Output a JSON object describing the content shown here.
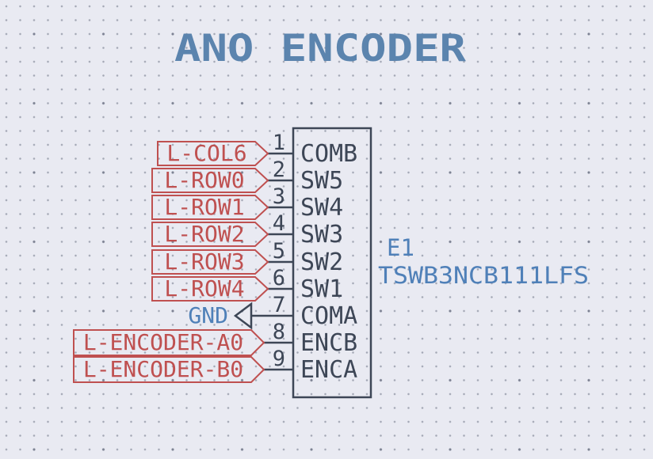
{
  "title": "ANO ENCODER",
  "colors": {
    "background": "#e9eaf2",
    "grid_dot_minor": "#a4a8b5",
    "grid_dot_major": "#7d8293",
    "symbol_outline": "#3d4656",
    "net_label": "#bf5050",
    "hier_label_text": "#4f80b8",
    "annotation_blue": "#5b84ae"
  },
  "component": {
    "reference": "E1",
    "value": "TSWB3NCB111LFS",
    "pins": [
      {
        "number": "1",
        "name": "COMB"
      },
      {
        "number": "2",
        "name": "SW5"
      },
      {
        "number": "3",
        "name": "SW4"
      },
      {
        "number": "4",
        "name": "SW3"
      },
      {
        "number": "5",
        "name": "SW2"
      },
      {
        "number": "6",
        "name": "SW1"
      },
      {
        "number": "7",
        "name": "COMA"
      },
      {
        "number": "8",
        "name": "ENCB"
      },
      {
        "number": "9",
        "name": "ENCA"
      }
    ]
  },
  "net_labels": [
    {
      "text": "L-COL6",
      "type": "global",
      "pin": "1"
    },
    {
      "text": "L-ROW0",
      "type": "global",
      "pin": "2"
    },
    {
      "text": "L-ROW1",
      "type": "global",
      "pin": "3"
    },
    {
      "text": "L-ROW2",
      "type": "global",
      "pin": "4"
    },
    {
      "text": "L-ROW3",
      "type": "global",
      "pin": "5"
    },
    {
      "text": "L-ROW4",
      "type": "global",
      "pin": "6"
    },
    {
      "text": "GND",
      "type": "hierarchical",
      "pin": "7"
    },
    {
      "text": "L-ENCODER-A0",
      "type": "global",
      "pin": "8"
    },
    {
      "text": "L-ENCODER-B0",
      "type": "global",
      "pin": "9"
    }
  ]
}
